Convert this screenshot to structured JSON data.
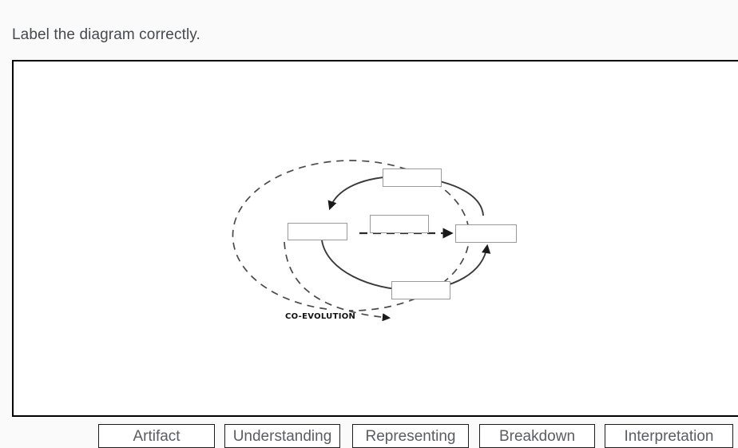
{
  "prompt": {
    "text": "Label the diagram correctly."
  },
  "diagram": {
    "coevolution_label": "CO-EVOLUTION",
    "blanks": [
      {
        "id": "top",
        "value": ""
      },
      {
        "id": "left",
        "value": ""
      },
      {
        "id": "center",
        "value": ""
      },
      {
        "id": "right",
        "value": ""
      },
      {
        "id": "bottom",
        "value": ""
      }
    ],
    "colors": {
      "panel_border": "#000000",
      "blank_border": "#9a9a9a",
      "stroke": "#3a3a3a",
      "dashed_stroke": "#4a4a4a",
      "background": "#ffffff"
    }
  },
  "options": [
    {
      "label": "Artifact"
    },
    {
      "label": "Understanding"
    },
    {
      "label": "Representing"
    },
    {
      "label": "Breakdown"
    },
    {
      "label": "Interpretation"
    }
  ],
  "page": {
    "background": "#fafafa"
  }
}
